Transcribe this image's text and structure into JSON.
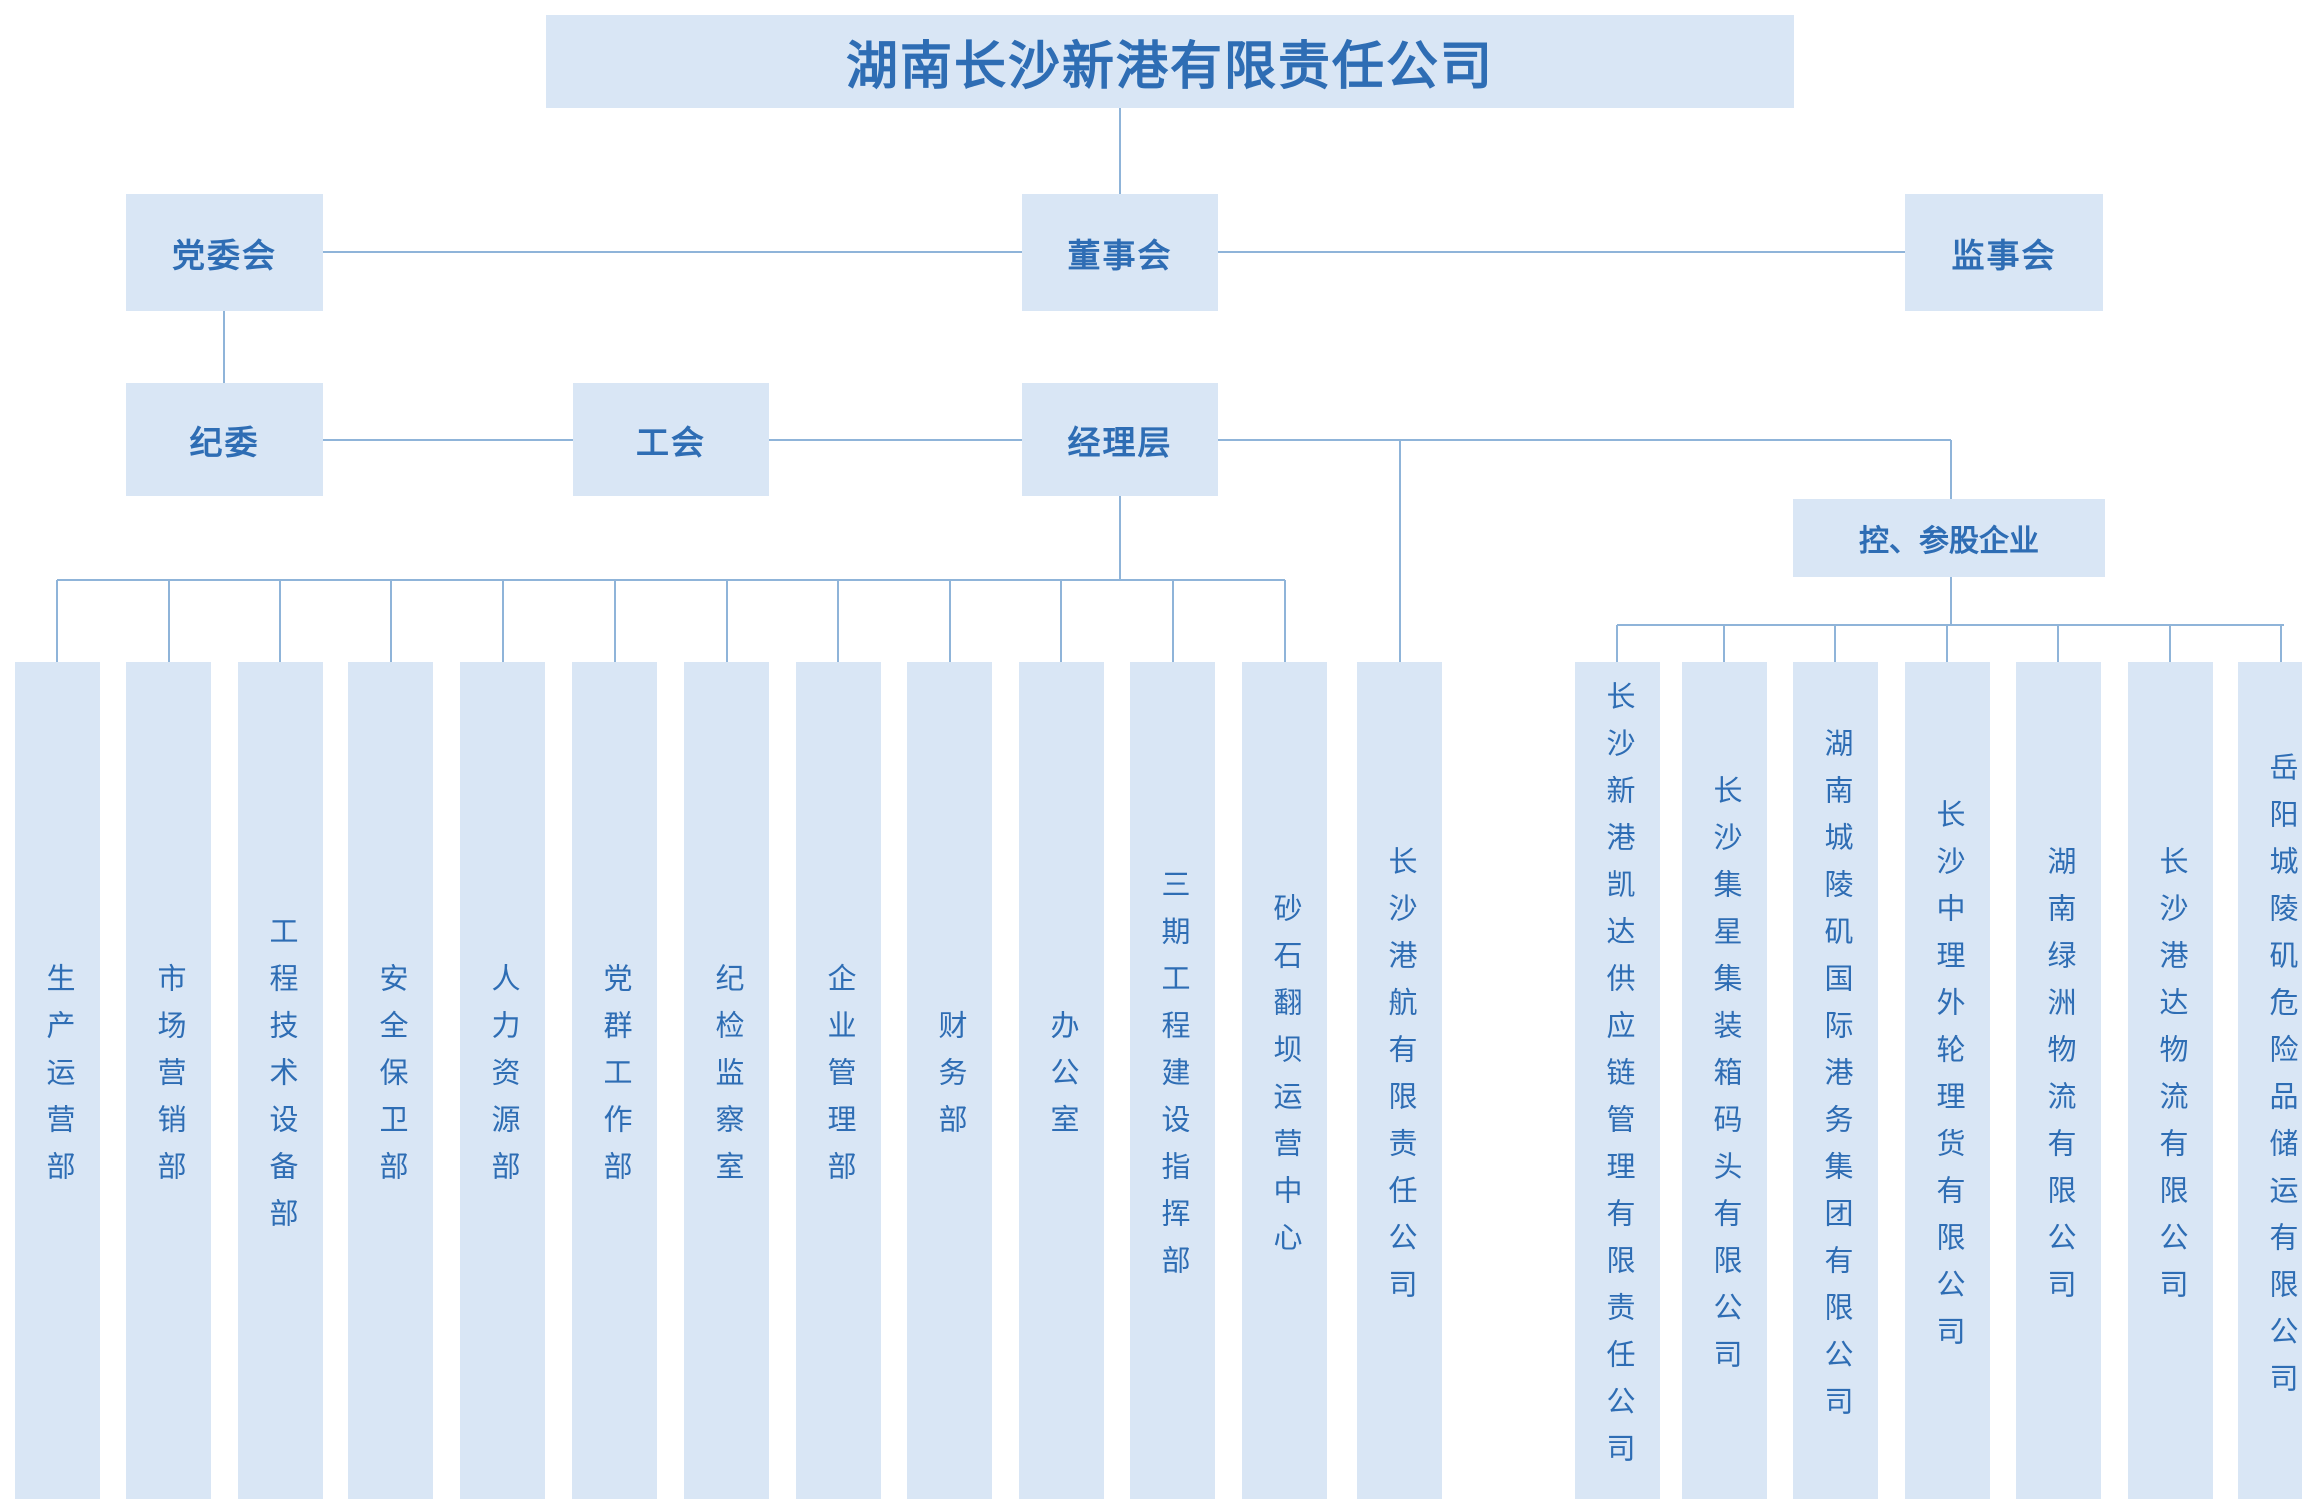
{
  "org_chart": {
    "title": "湖南长沙新港有限责任公司",
    "governance": {
      "party_committee": "党委会",
      "board_of_directors": "董事会",
      "supervisory_board": "监事会",
      "discipline_committee": "纪委",
      "labor_union": "工会",
      "management_team": "经理层",
      "holding_group": "控、参股企业"
    },
    "departments": [
      "生产运营部",
      "市场营销部",
      "工程技术设备部",
      "安全保卫部",
      "人力资源部",
      "党群工作部",
      "纪检监察室",
      "企业管理部",
      "财务部",
      "办公室",
      "三期工程建设指挥部",
      "砂石翻坝运营中心",
      "长沙港航有限责任公司"
    ],
    "subsidiaries": [
      "长沙新港凯达供应链管理有限责任公司",
      "长沙集星集装箱码头有限公司",
      "湖南城陵矶国际港务集团有限公司",
      "长沙中理外轮理货有限公司",
      "湖南绿洲物流有限公司",
      "长沙港达物流有限公司",
      "岳阳城陵矶危险品储运有限公司"
    ],
    "colors": {
      "box_fill": "#d9e6f5",
      "text": "#2e6db4",
      "line": "#8fb4d9"
    }
  }
}
